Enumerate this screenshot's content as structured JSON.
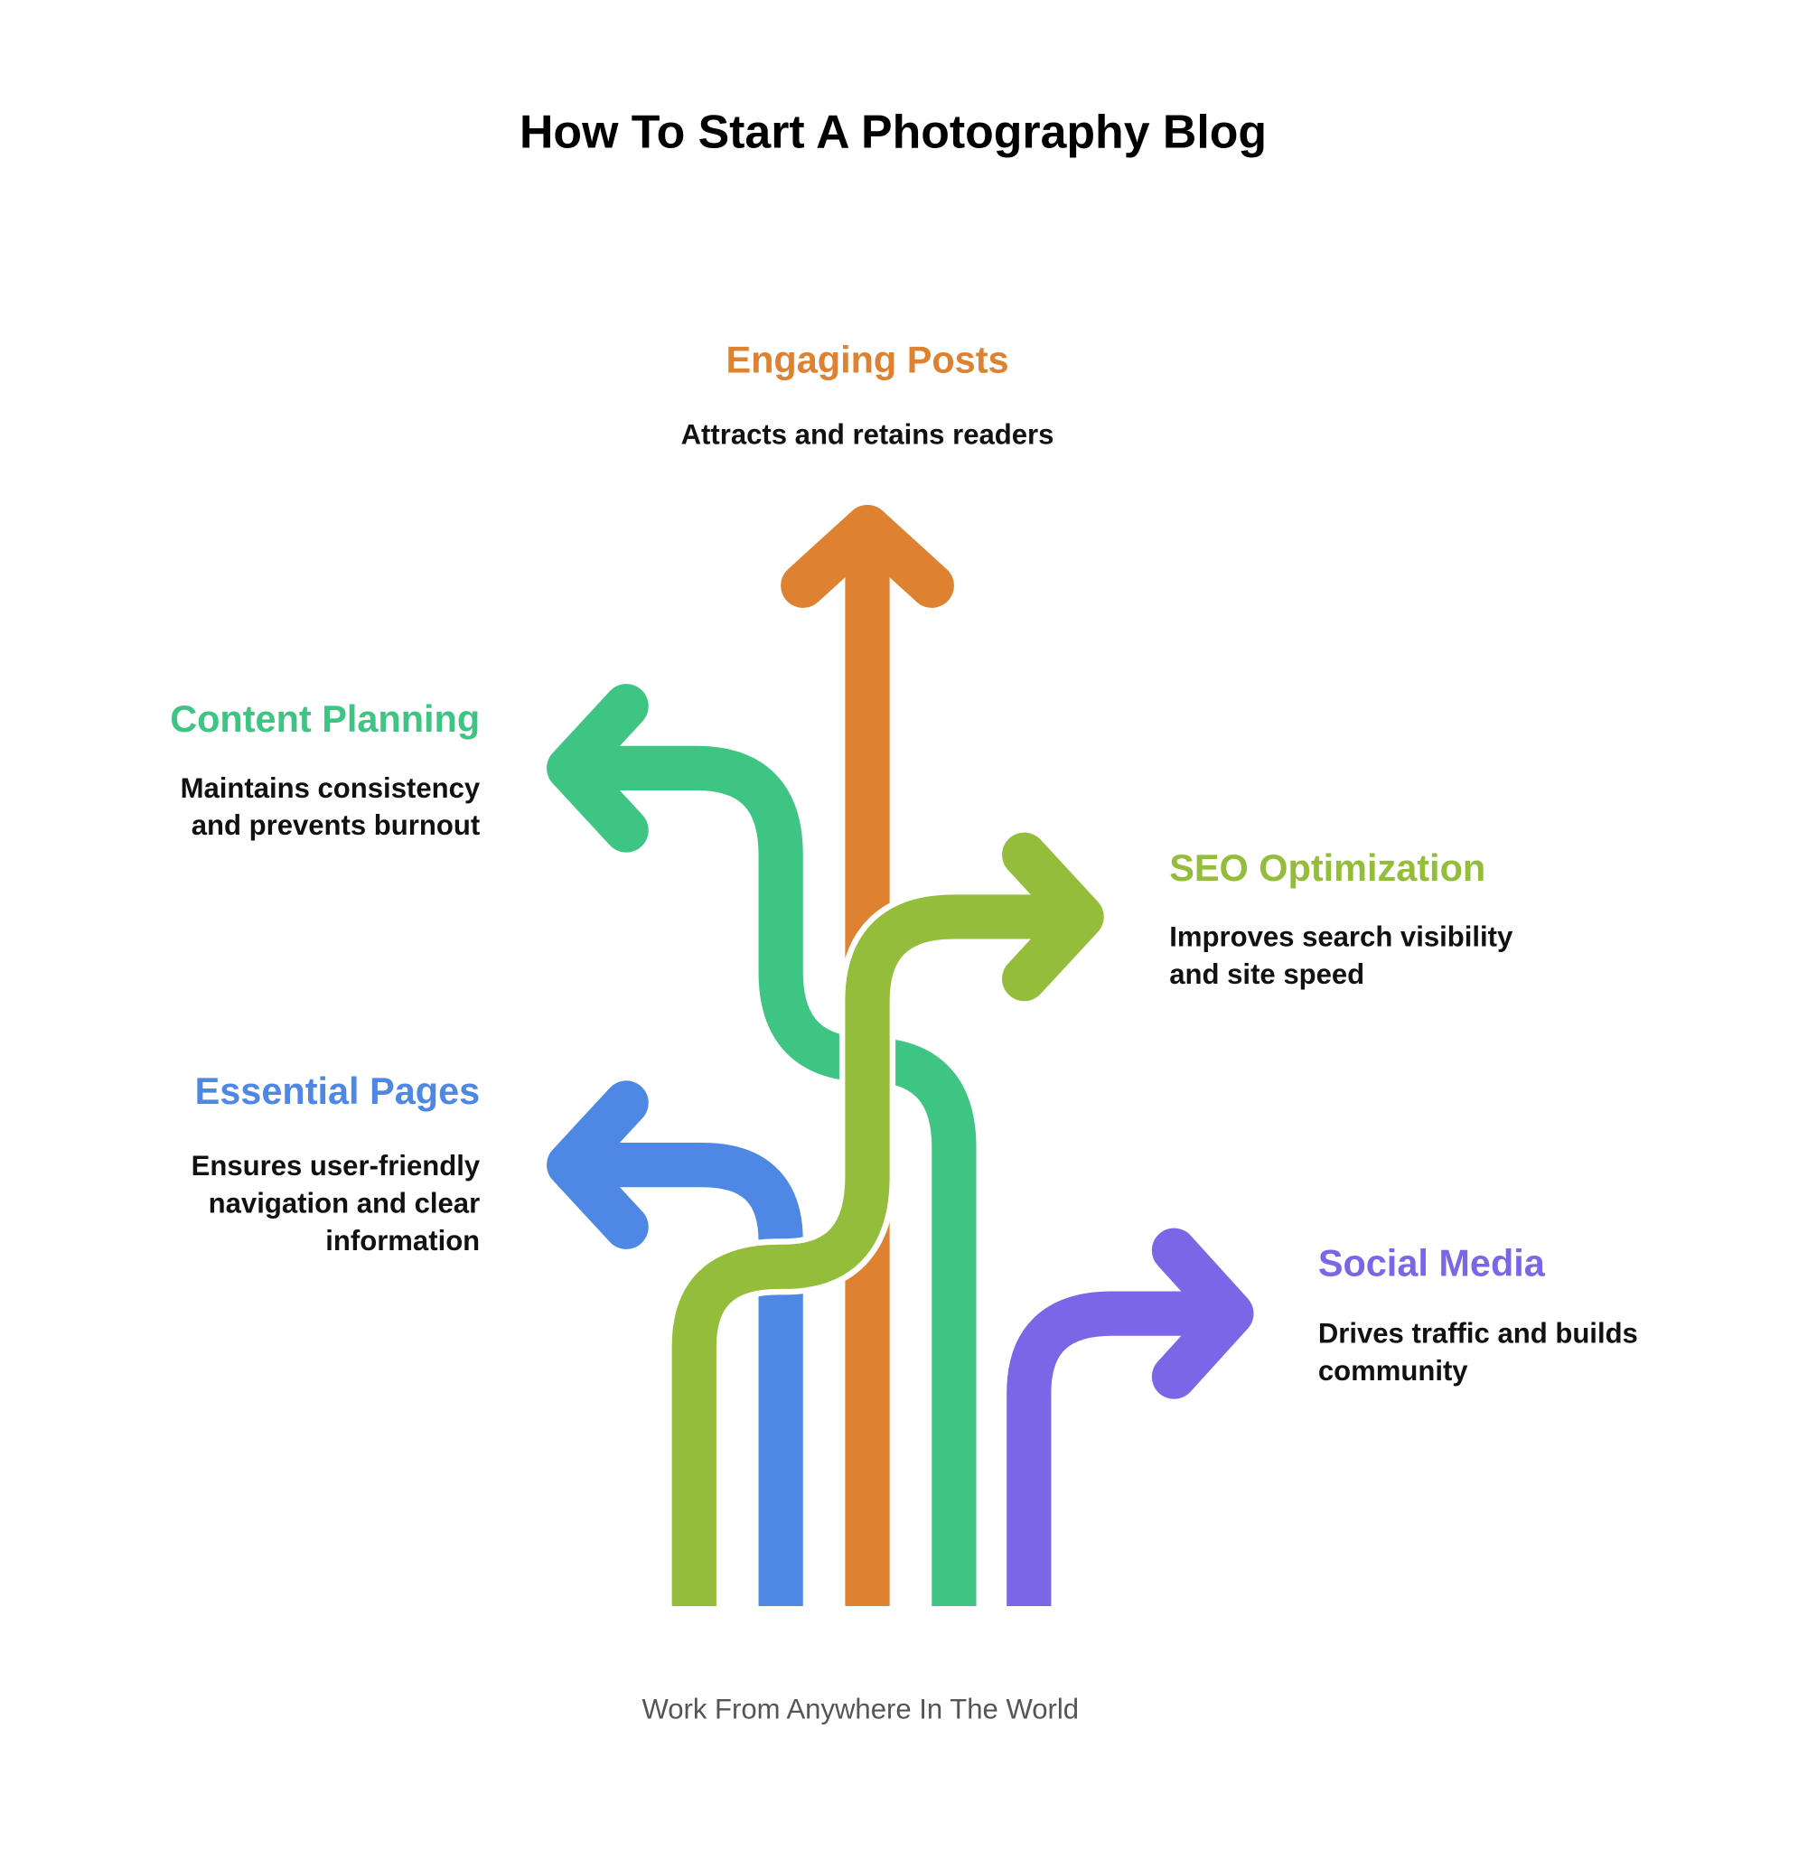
{
  "title": "How To Start A Photography Blog",
  "footer": "Work From Anywhere In The World",
  "colors": {
    "orange": "#DE8231",
    "green": "#3EC483",
    "lime": "#93BD3A",
    "blue": "#4E88E4",
    "purple": "#7C66E8"
  },
  "branches": {
    "engaging_posts": {
      "title": "Engaging Posts",
      "desc": [
        "Attracts and retains readers"
      ]
    },
    "content_planning": {
      "title": "Content Planning",
      "desc": [
        "Maintains consistency",
        "and prevents burnout"
      ]
    },
    "seo": {
      "title": "SEO Optimization",
      "desc": [
        "Improves search visibility",
        "and site speed"
      ]
    },
    "essential_pages": {
      "title": "Essential Pages",
      "desc": [
        "Ensures user-friendly",
        "navigation and clear",
        "information"
      ]
    },
    "social_media": {
      "title": "Social Media",
      "desc": [
        "Drives traffic and builds",
        "community"
      ]
    }
  }
}
